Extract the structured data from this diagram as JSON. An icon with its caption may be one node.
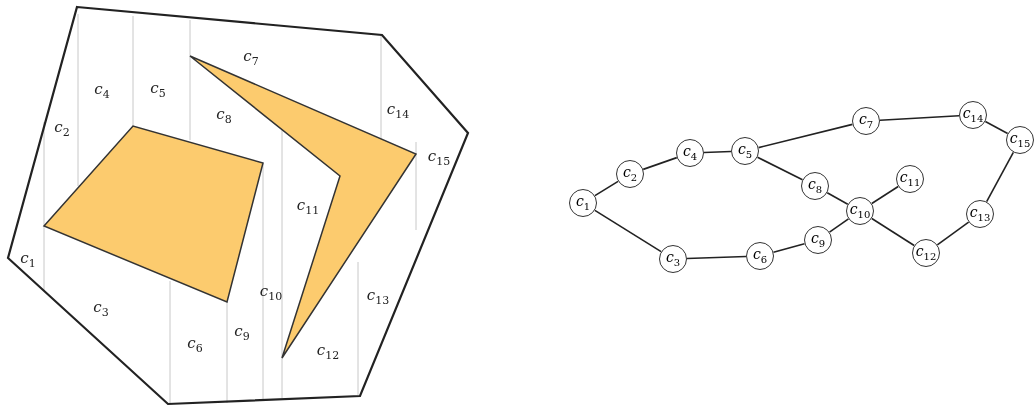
{
  "diagram": {
    "nodes": [
      {
        "text": [
          "c$_{1}$"
        ]
      },
      {
        "text": [
          "c$_{2}$"
        ]
      },
      {
        "text": [
          "c$_{3}$"
        ]
      },
      {
        "text": [
          "c$_{4}$"
        ]
      },
      {
        "text": [
          "c$_{5}$"
        ]
      },
      {
        "text": [
          "c$_{6}$"
        ]
      },
      {
        "text": [
          "c$_{7}$"
        ]
      },
      {
        "text": [
          "c$_{8}$"
        ]
      },
      {
        "text": [
          "c$_{9}$"
        ]
      },
      {
        "text": [
          "c$_{10}$"
        ]
      },
      {
        "text": [
          "c$_{11}$"
        ]
      },
      {
        "text": [
          "c$_{12}$"
        ]
      },
      {
        "text": [
          "c$_{13}$"
        ]
      },
      {
        "text": [
          "c$_{14}$"
        ]
      },
      {
        "text": [
          "c$_{15}$"
        ]
      }
    ],
    "edges": [
      {
        "from": 0,
        "to": 1,
        "arrow": "none"
      },
      {
        "from": 1,
        "to": 3,
        "arrow": "none"
      },
      {
        "from": 3,
        "to": 4,
        "arrow": "none"
      },
      {
        "from": 4,
        "to": 6,
        "arrow": "none"
      },
      {
        "from": 6,
        "to": 13,
        "arrow": "none"
      },
      {
        "from": 13,
        "to": 14,
        "arrow": "none"
      },
      {
        "from": 4,
        "to": 7,
        "arrow": "none"
      },
      {
        "from": 7,
        "to": 9,
        "arrow": "none"
      },
      {
        "from": 9,
        "to": 10,
        "arrow": "none"
      },
      {
        "from": 0,
        "to": 2,
        "arrow": "none"
      },
      {
        "from": 2,
        "to": 5,
        "arrow": "none"
      },
      {
        "from": 5,
        "to": 8,
        "arrow": "none"
      },
      {
        "from": 8,
        "to": 9,
        "arrow": "none"
      },
      {
        "from": 9,
        "to": 11,
        "arrow": "none"
      },
      {
        "from": 11,
        "to": 12,
        "arrow": "none"
      },
      {
        "from": 12,
        "to": 14,
        "arrow": "none"
      }
    ],
    "labels": [
      "c$_{7}$",
      "c$_{4}$",
      "c$_{5}$",
      "c$_{8}$",
      "c$_{14}$",
      "c$_{2}$",
      "c$_{15}$",
      "c$_{11}$",
      "c$_{1}$",
      "c$_{10}$",
      "c$_{3}$",
      "c$_{13}$",
      "c$_{9}$",
      "c$_{6}$",
      "c$_{12}$"
    ]
  }
}
